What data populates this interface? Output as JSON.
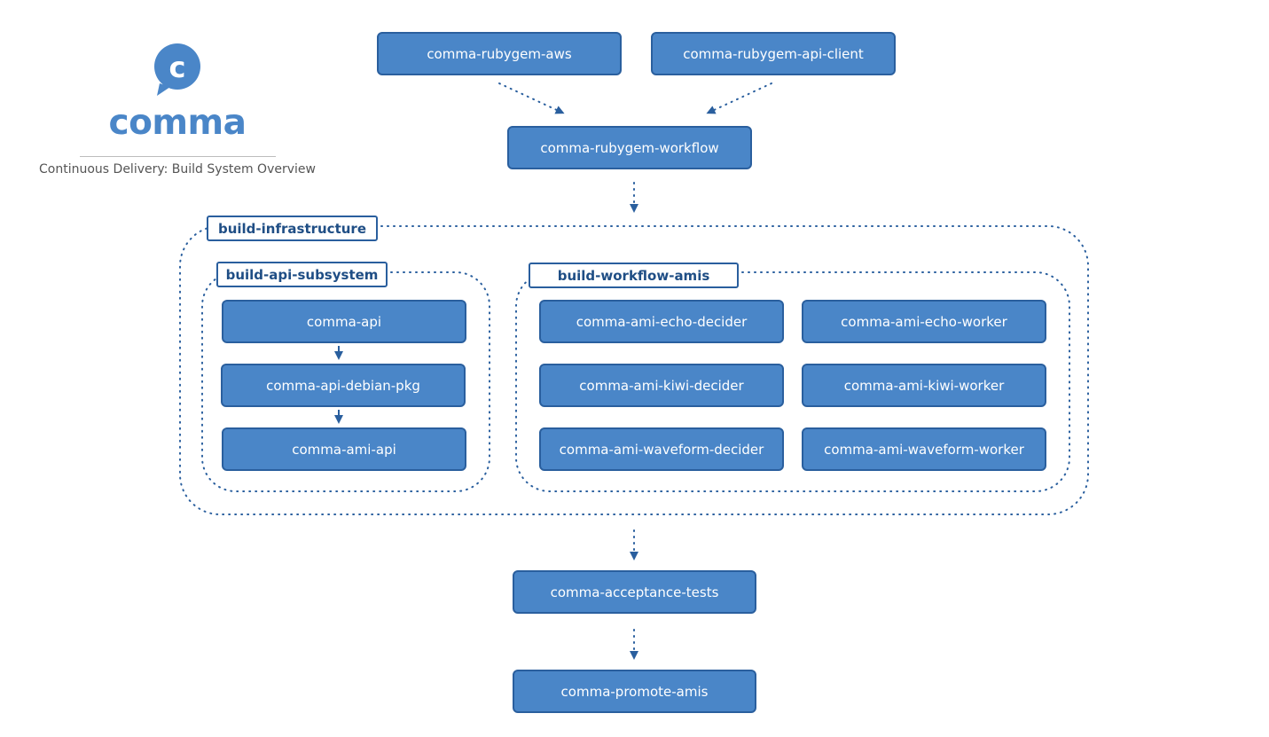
{
  "brand": {
    "logo_text": "comma",
    "logo_glyph": "c",
    "subtitle": "Continuous Delivery: Build System Overview",
    "icon": "comma-speech-bubble-icon"
  },
  "colors": {
    "node_fill": "#4a86c8",
    "node_border": "#2a5f9e",
    "node_text": "#ffffff",
    "group_label_text": "#1f4e85",
    "edge": "#2a5f9e"
  },
  "groups": [
    {
      "id": "build-infrastructure",
      "label": "build-infrastructure"
    },
    {
      "id": "build-api-subsystem",
      "label": "build-api-subsystem",
      "parent": "build-infrastructure"
    },
    {
      "id": "build-workflow-amis",
      "label": "build-workflow-amis",
      "parent": "build-infrastructure"
    }
  ],
  "nodes": [
    {
      "id": "comma-rubygem-aws",
      "label": "comma-rubygem-aws"
    },
    {
      "id": "comma-rubygem-api-client",
      "label": "comma-rubygem-api-client"
    },
    {
      "id": "comma-rubygem-workflow",
      "label": "comma-rubygem-workflow"
    },
    {
      "id": "comma-api",
      "label": "comma-api",
      "group": "build-api-subsystem"
    },
    {
      "id": "comma-api-debian-pkg",
      "label": "comma-api-debian-pkg",
      "group": "build-api-subsystem"
    },
    {
      "id": "comma-ami-api",
      "label": "comma-ami-api",
      "group": "build-api-subsystem"
    },
    {
      "id": "comma-ami-echo-decider",
      "label": "comma-ami-echo-decider",
      "group": "build-workflow-amis"
    },
    {
      "id": "comma-ami-echo-worker",
      "label": "comma-ami-echo-worker",
      "group": "build-workflow-amis"
    },
    {
      "id": "comma-ami-kiwi-decider",
      "label": "comma-ami-kiwi-decider",
      "group": "build-workflow-amis"
    },
    {
      "id": "comma-ami-kiwi-worker",
      "label": "comma-ami-kiwi-worker",
      "group": "build-workflow-amis"
    },
    {
      "id": "comma-ami-waveform-decider",
      "label": "comma-ami-waveform-decider",
      "group": "build-workflow-amis"
    },
    {
      "id": "comma-ami-waveform-worker",
      "label": "comma-ami-waveform-worker",
      "group": "build-workflow-amis"
    },
    {
      "id": "comma-acceptance-tests",
      "label": "comma-acceptance-tests"
    },
    {
      "id": "comma-promote-amis",
      "label": "comma-promote-amis"
    }
  ],
  "edges": [
    {
      "from": "comma-rubygem-aws",
      "to": "comma-rubygem-workflow",
      "style": "dotted"
    },
    {
      "from": "comma-rubygem-api-client",
      "to": "comma-rubygem-workflow",
      "style": "dotted"
    },
    {
      "from": "comma-rubygem-workflow",
      "to": "build-infrastructure",
      "style": "dotted"
    },
    {
      "from": "comma-api",
      "to": "comma-api-debian-pkg",
      "style": "solid"
    },
    {
      "from": "comma-api-debian-pkg",
      "to": "comma-ami-api",
      "style": "solid"
    },
    {
      "from": "build-infrastructure",
      "to": "comma-acceptance-tests",
      "style": "dotted"
    },
    {
      "from": "comma-acceptance-tests",
      "to": "comma-promote-amis",
      "style": "dotted"
    }
  ]
}
